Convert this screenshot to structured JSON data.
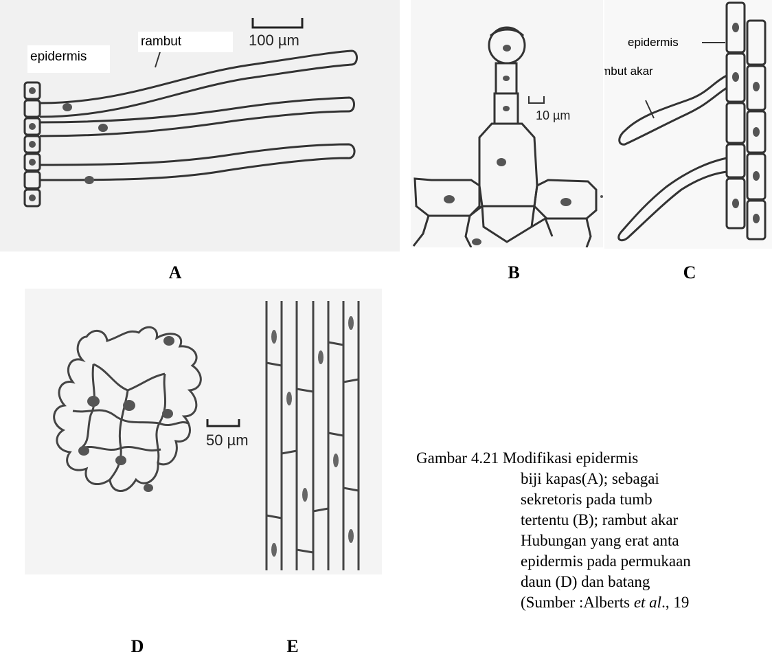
{
  "panels": {
    "A": {
      "letter": "A",
      "label_epidermis": "epidermis",
      "label_rambut": "rambut",
      "scale": "100 µm"
    },
    "B": {
      "letter": "B",
      "scale": "10 µm"
    },
    "C": {
      "letter": "C",
      "label_epidermis": "epidermis",
      "label_rambut_akar": "rambut akar"
    },
    "D": {
      "letter": "D",
      "scale": "50 µm"
    },
    "E": {
      "letter": "E"
    }
  },
  "caption": {
    "line1": "Gambar 4.21  Modifikasi epidermis",
    "line2": "biji  kapas(A);  sebagai",
    "line3": "sekretoris     pada  tumb",
    "line4": "tertentu (B); rambut akar",
    "line5": "Hubungan yang erat anta",
    "line6": "epidermis pada permukaan",
    "line7": "daun   (D)   dan   batang",
    "line8_prefix": "(Sumber :Alberts ",
    "line8_italic": "et al",
    "line8_suffix": "., 19"
  }
}
